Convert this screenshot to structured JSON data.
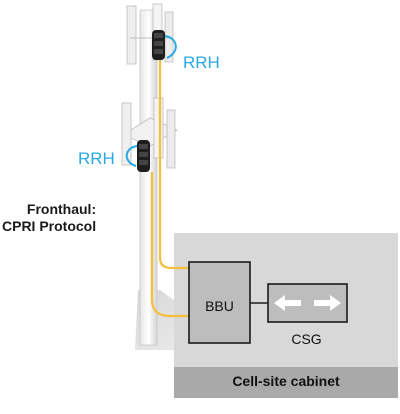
{
  "labels": {
    "rrh_upper": "RRH",
    "rrh_lower": "RRH",
    "fronthaul_line1": "Fronthaul:",
    "fronthaul_line2": "CPRI Protocol",
    "bbu": "BBU",
    "csg": "CSG",
    "cabinet": "Cell-site cabinet"
  },
  "colors": {
    "rrh_label": "#29a9e1",
    "fiber": "#f5bf3c",
    "cabinet_fill": "#d8d8d8",
    "cabinet_footer": "#a9a9a9",
    "box_fill": "#bdbdbd",
    "arrow_fill": "#ffffff"
  },
  "icons": [
    "double-arrow-icon"
  ]
}
